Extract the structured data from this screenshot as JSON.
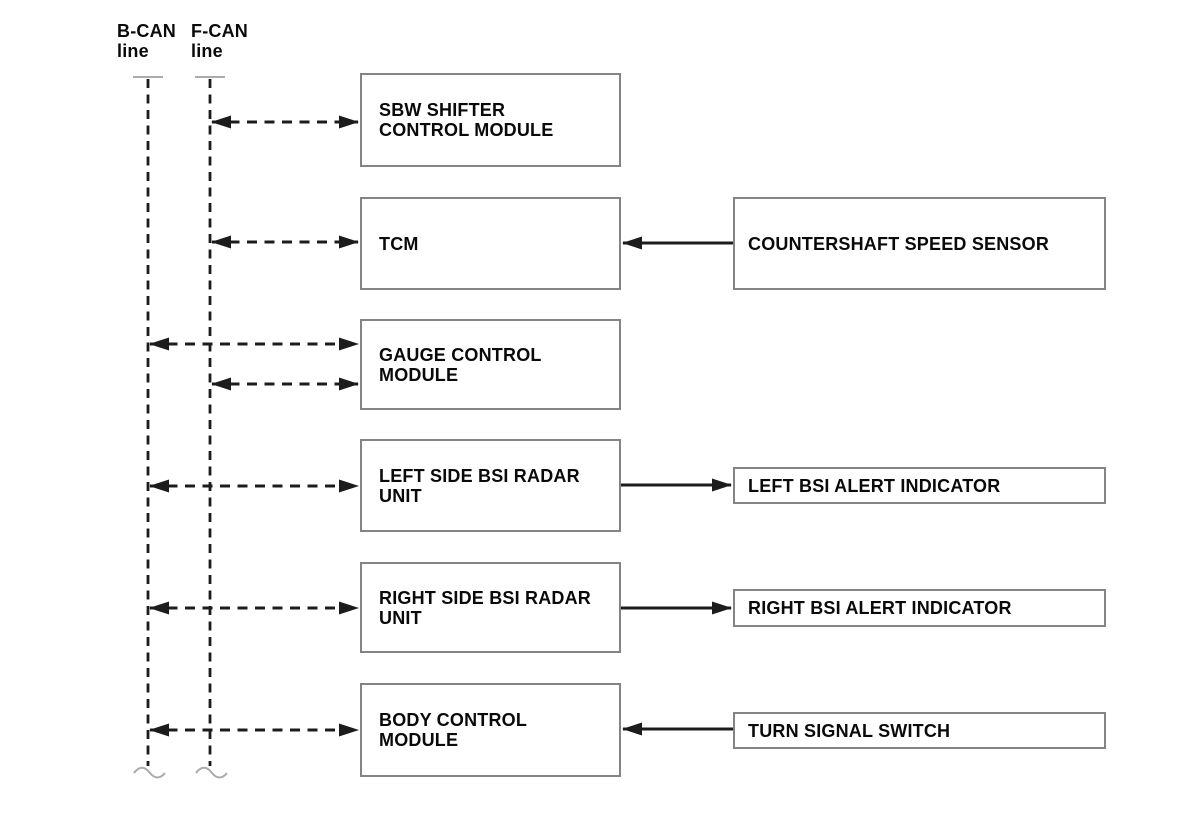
{
  "diagram": {
    "type": "can-bus-block-diagram",
    "bus": {
      "b_can": {
        "label": "B-CAN\nline"
      },
      "f_can": {
        "label": "F-CAN\nline"
      }
    },
    "nodes": {
      "sbw": {
        "label": "SBW SHIFTER\nCONTROL MODULE"
      },
      "tcm": {
        "label": "TCM"
      },
      "gauge": {
        "label": "GAUGE CONTROL\nMODULE"
      },
      "left_radar": {
        "label": "LEFT SIDE BSI RADAR\nUNIT"
      },
      "right_radar": {
        "label": "RIGHT SIDE BSI RADAR\nUNIT"
      },
      "bcm": {
        "label": "BODY CONTROL\nMODULE"
      },
      "countershaft": {
        "label": "COUNTERSHAFT SPEED SENSOR"
      },
      "left_indicator": {
        "label": "LEFT BSI ALERT INDICATOR"
      },
      "right_indicator": {
        "label": "RIGHT BSI ALERT INDICATOR"
      },
      "turn_signal": {
        "label": "TURN SIGNAL SWITCH"
      }
    },
    "connections": [
      {
        "from": "f_can",
        "to": "sbw",
        "style": "dashed",
        "direction": "bidirectional"
      },
      {
        "from": "f_can",
        "to": "tcm",
        "style": "dashed",
        "direction": "bidirectional"
      },
      {
        "from": "b_can",
        "to": "gauge",
        "style": "dashed",
        "direction": "bidirectional"
      },
      {
        "from": "f_can",
        "to": "gauge",
        "style": "dashed",
        "direction": "bidirectional"
      },
      {
        "from": "b_can",
        "to": "left_radar",
        "style": "dashed",
        "direction": "bidirectional"
      },
      {
        "from": "b_can",
        "to": "right_radar",
        "style": "dashed",
        "direction": "bidirectional"
      },
      {
        "from": "b_can",
        "to": "bcm",
        "style": "dashed",
        "direction": "bidirectional"
      },
      {
        "from": "countershaft",
        "to": "tcm",
        "style": "solid",
        "direction": "one-way"
      },
      {
        "from": "left_radar",
        "to": "left_indicator",
        "style": "solid",
        "direction": "one-way"
      },
      {
        "from": "right_radar",
        "to": "right_indicator",
        "style": "solid",
        "direction": "one-way"
      },
      {
        "from": "turn_signal",
        "to": "bcm",
        "style": "solid",
        "direction": "one-way"
      }
    ],
    "colors": {
      "line": "#1c1c1c",
      "box_border": "#848484",
      "text": "#0a0a0a",
      "faint_marks": "#ababab",
      "background": "#ffffff"
    }
  }
}
